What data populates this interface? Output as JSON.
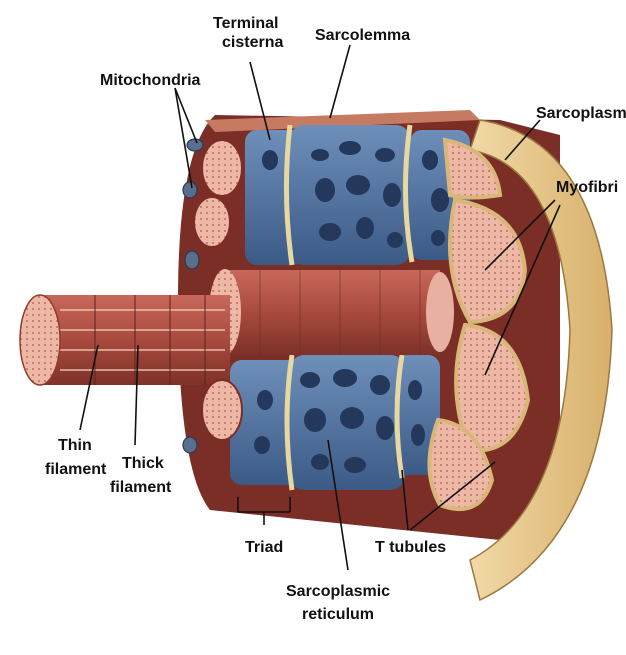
{
  "labels": {
    "terminal_cisterna": [
      "Terminal",
      "cisterna"
    ],
    "sarcolemma": "Sarcolemma",
    "mitochondria": "Mitochondria",
    "sarcoplasm": "Sarcoplasm",
    "myofibril": "Myofibri",
    "thin_filament": [
      "Thin",
      "filament"
    ],
    "thick_filament": [
      "Thick",
      "filament"
    ],
    "triad": "Triad",
    "t_tubules": "T tubules",
    "sarcoplasmic_reticulum": [
      "Sarcoplasmic",
      "reticulum"
    ]
  },
  "colors": {
    "muscle": "#b5554a",
    "muscle_dark": "#8a3a30",
    "reticulum": "#4f6f9a",
    "reticulum_dark": "#2e4a70",
    "sarcoplasm": "#e8c98f",
    "myofibril_end": "#e7b0a0",
    "tubule": "#e9dca8"
  }
}
